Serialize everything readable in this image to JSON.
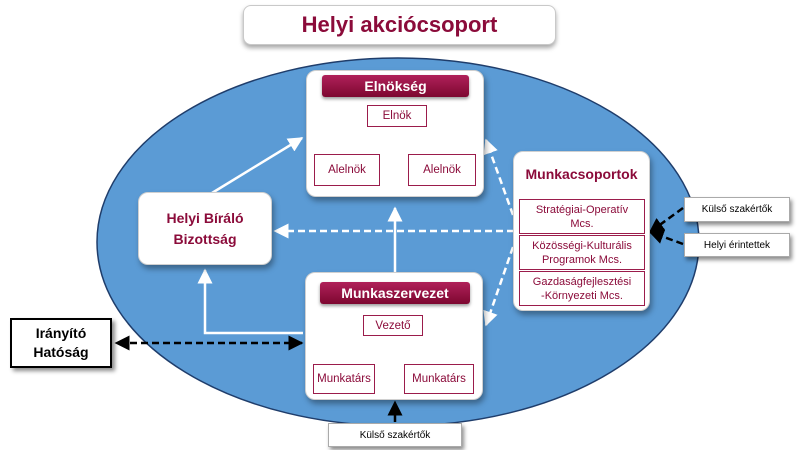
{
  "title": "Helyi akciócsoport",
  "elnokseg": {
    "header": "Elnökség",
    "elnok": "Elnök",
    "alelnok_left": "Alelnök",
    "alelnok_right": "Alelnök"
  },
  "munkaszervezet": {
    "header": "Munkaszervezet",
    "vezeto": "Vezető",
    "munkatars_left": "Munkatárs",
    "munkatars_right": "Munkatárs"
  },
  "biralo": {
    "line1": "Helyi Bíráló",
    "line2": "Bizottság"
  },
  "munkacsoportok": {
    "header": "Munkacsoportok",
    "items": [
      {
        "line1": "Stratégiai-Operatív",
        "line2": "Mcs."
      },
      {
        "line1": "Közösségi-Kulturális",
        "line2": "Programok Mcs."
      },
      {
        "line1": "Gazdaságfejlesztési",
        "line2": "-Környezeti Mcs."
      }
    ]
  },
  "iranyito": {
    "line1": "Irányító",
    "line2": "Hatóság"
  },
  "kulso_szakertok_right": "Külső szakértők",
  "helyi_erintettek": "Helyi érintettek",
  "kulso_szakertok_bottom": "Külső szakértők",
  "colors": {
    "ellipse_fill": "#5b9bd5",
    "ellipse_stroke": "#1f3d6b",
    "maroon": "#8b0b3a"
  }
}
